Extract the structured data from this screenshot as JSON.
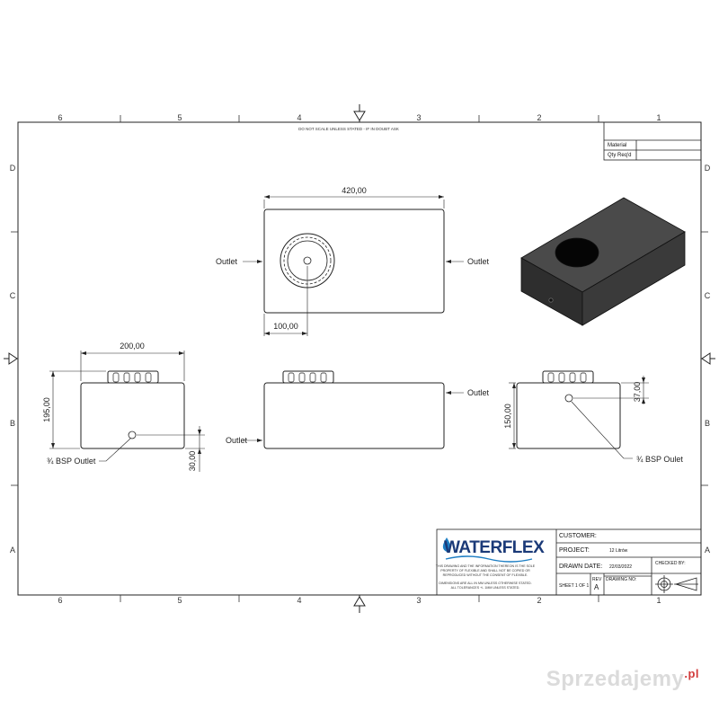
{
  "sheet": {
    "zones_top": [
      "6",
      "5",
      "4",
      "3",
      "2",
      "1"
    ],
    "zones_bottom": [
      "6",
      "5",
      "4",
      "3",
      "2",
      "1"
    ],
    "zones_left": [
      "D",
      "C",
      "B",
      "A"
    ],
    "zones_right": [
      "D",
      "C",
      "B",
      "A"
    ],
    "notice": "DO NOT SCALE UNLESS STATED - IF IN DOUBT ASK"
  },
  "material_box": {
    "material_label": "Material",
    "qty_label": "Qty Req'd"
  },
  "top_view": {
    "width_dim": "420,00",
    "offset_dim": "100,00",
    "outlet_left": "Outlet",
    "outlet_right": "Outlet"
  },
  "side_view": {
    "width_dim": "200,00",
    "height_dim": "195,00",
    "outlet_height_dim": "30,00",
    "outlet_label": "¾ BSP Outlet"
  },
  "front_view": {
    "outlet_top": "Outlet",
    "outlet_bottom": "Outlet"
  },
  "end_view": {
    "height_dim": "150,00",
    "top_offset_dim": "37,00",
    "outlet_label": "¾ BSP Oulet"
  },
  "title_block": {
    "logo_text": "WATERFLEX",
    "disclaimer_1": "THIS DRAWING AND THE INFORMATION THEREON IS THE SOLE",
    "disclaimer_2": "PROPERTY OF FLEXIBLE AND SHALL NOT BE COPIED OR",
    "disclaimer_3": "REPRODUCED WITHOUT THE CONSENT OF FLEXIBLE.",
    "disclaimer_4": "DIMENSIONS ARE ALL IN MM UNLESS OTHERWISE STATED.",
    "disclaimer_5": "ALL TOLERANCES +/- 1MM UNLESS STATED.",
    "customer_label": "CUSTOMER:",
    "customer_value": "",
    "project_label": "PROJECT:",
    "project_value": "12 Litrów",
    "drawn_date_label": "DRAWN DATE:",
    "drawn_date_value": "22/03/2022",
    "checked_by_label": "CHECKED BY:",
    "sheet_label": "SHEET 1 OF 1",
    "rev_label": "REV",
    "rev_value": "A",
    "drawing_no_label": "DRAWING NO:"
  },
  "watermark": {
    "text": "Sprzedajemy",
    "suffix": ".pl"
  }
}
